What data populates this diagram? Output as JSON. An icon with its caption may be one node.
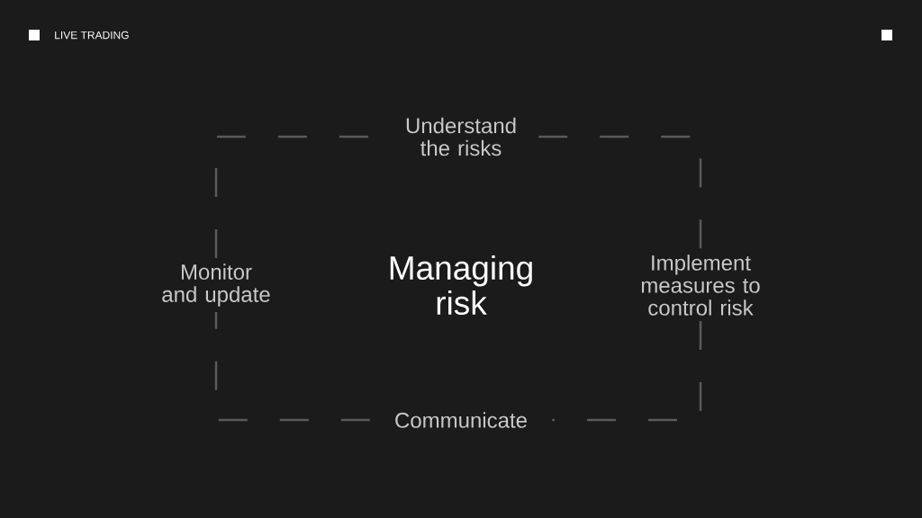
{
  "diagram": {
    "nodes": [
      {
        "text": [
          "Understand the risks"
        ]
      },
      {
        "text": [
          "Monitor and update"
        ]
      },
      {
        "text": [
          "Managing risk"
        ]
      },
      {
        "text": [
          "Implement measures to control risk"
        ]
      },
      {
        "text": [
          "Communicate"
        ]
      }
    ],
    "edges": [
      {
        "from": 0,
        "to": 3,
        "arrow": "none",
        "style": "dashed"
      },
      {
        "from": 3,
        "to": 4,
        "arrow": "none",
        "style": "dashed"
      },
      {
        "from": 4,
        "to": 1,
        "arrow": "none",
        "style": "dashed"
      },
      {
        "from": 1,
        "to": 0,
        "arrow": "none",
        "style": "dashed"
      }
    ],
    "labels": [
      "LIVE TRADING"
    ]
  }
}
